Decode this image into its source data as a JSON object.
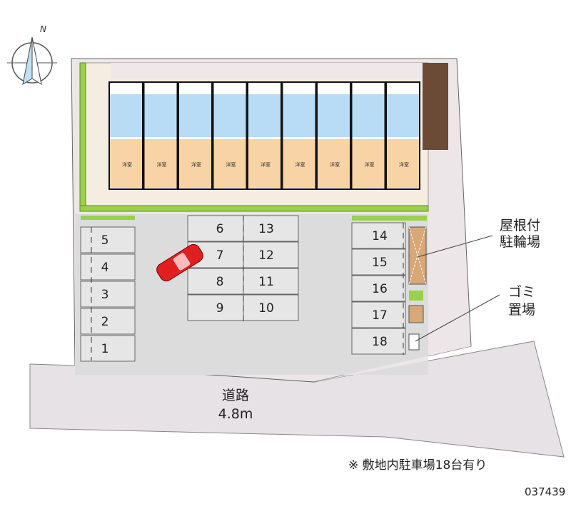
{
  "compass": {
    "north_label": "N"
  },
  "building": {
    "units": 9,
    "room_label": "洋室"
  },
  "parking": {
    "left_column": [
      "5",
      "4",
      "3",
      "2",
      "1"
    ],
    "center_left": [
      "6",
      "7",
      "8",
      "9"
    ],
    "center_right": [
      "13",
      "12",
      "11",
      "10"
    ],
    "right_column": [
      "14",
      "15",
      "16",
      "17",
      "18"
    ]
  },
  "labels": {
    "bike_line1": "屋根付",
    "bike_line2": "駐輪場",
    "trash_line1": "ゴミ",
    "trash_line2": "置場"
  },
  "road": {
    "name": "道路",
    "width": "4.8m"
  },
  "footnote": "※ 敷地内駐車場18台有り",
  "property_code": "037439",
  "colors": {
    "car": "#e02020",
    "room": "#f8d3a5",
    "wet_area": "#b8dcf5",
    "grass": "#9ad04a",
    "parking": "#dcdcdc",
    "road": "#e7e2e5"
  }
}
